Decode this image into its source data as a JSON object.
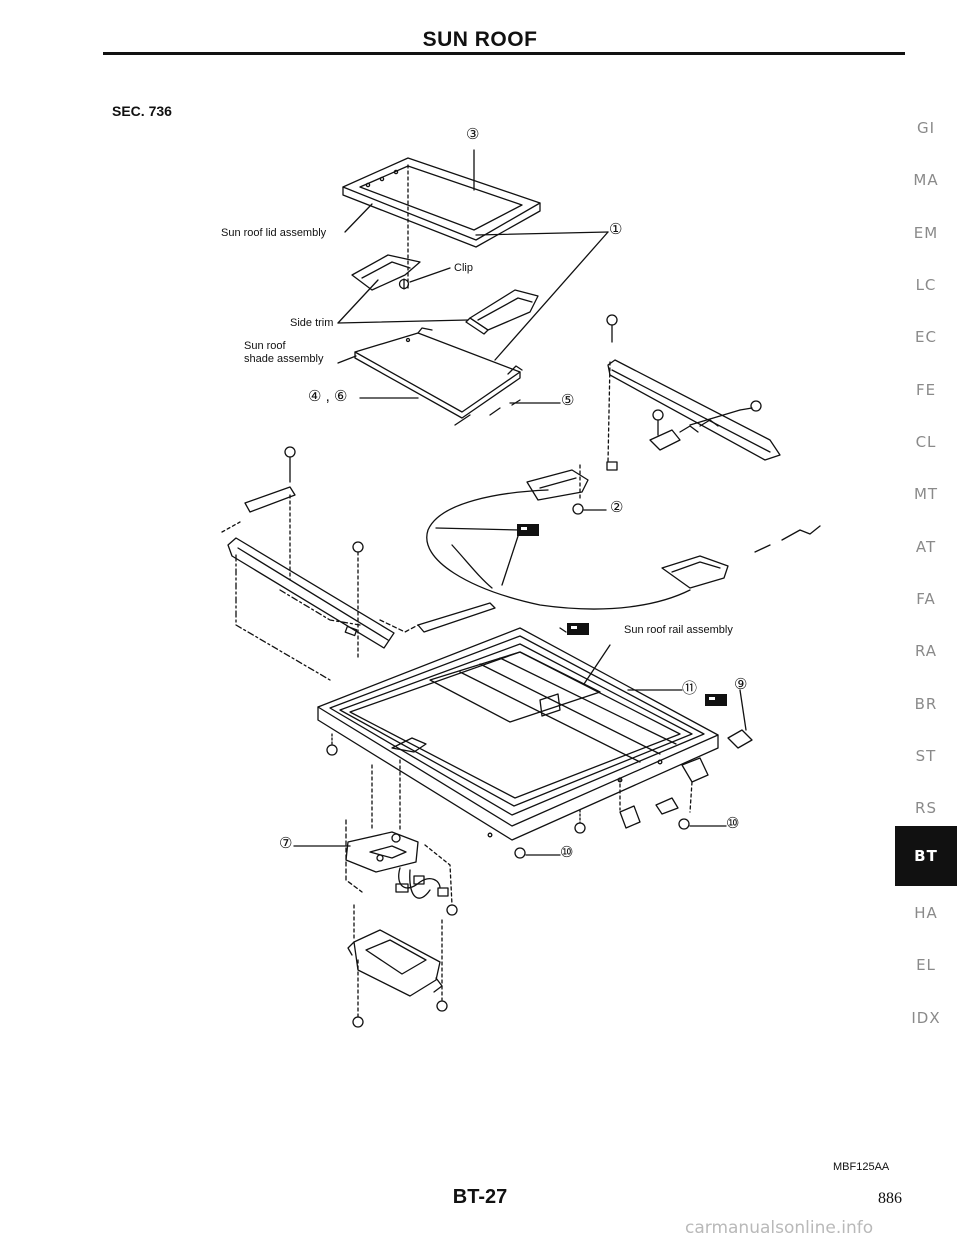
{
  "header": {
    "title": "SUN ROOF"
  },
  "section": {
    "label": "SEC. 736"
  },
  "callouts": {
    "lid_assembly": "Sun roof lid assembly",
    "clip": "Clip",
    "side_trim": "Side trim",
    "shade_assembly_line1": "Sun roof",
    "shade_assembly_line2": "shade assembly",
    "rail_assembly": "Sun roof rail assembly"
  },
  "part_numbers": {
    "n1": "①",
    "n2": "②",
    "n3": "③",
    "n4_6": "④ , ⑥",
    "n5": "⑤",
    "n7": "⑦",
    "n9": "⑨",
    "n10a": "⑩",
    "n10b": "⑩",
    "n11": "⑪"
  },
  "sidebar": {
    "tabs": [
      "GI",
      "MA",
      "EM",
      "LC",
      "EC",
      "FE",
      "CL",
      "MT",
      "AT",
      "FA",
      "RA",
      "BR",
      "ST",
      "RS",
      "BT",
      "HA",
      "EL",
      "IDX"
    ],
    "active": "BT"
  },
  "footer": {
    "figure_code": "MBF125AA",
    "page_code": "BT-27",
    "page_number": "886",
    "watermark": "carmanualsonline.info"
  },
  "icons": [
    "sealant-icon",
    "bolt-icon",
    "nut-icon",
    "screw-icon"
  ]
}
